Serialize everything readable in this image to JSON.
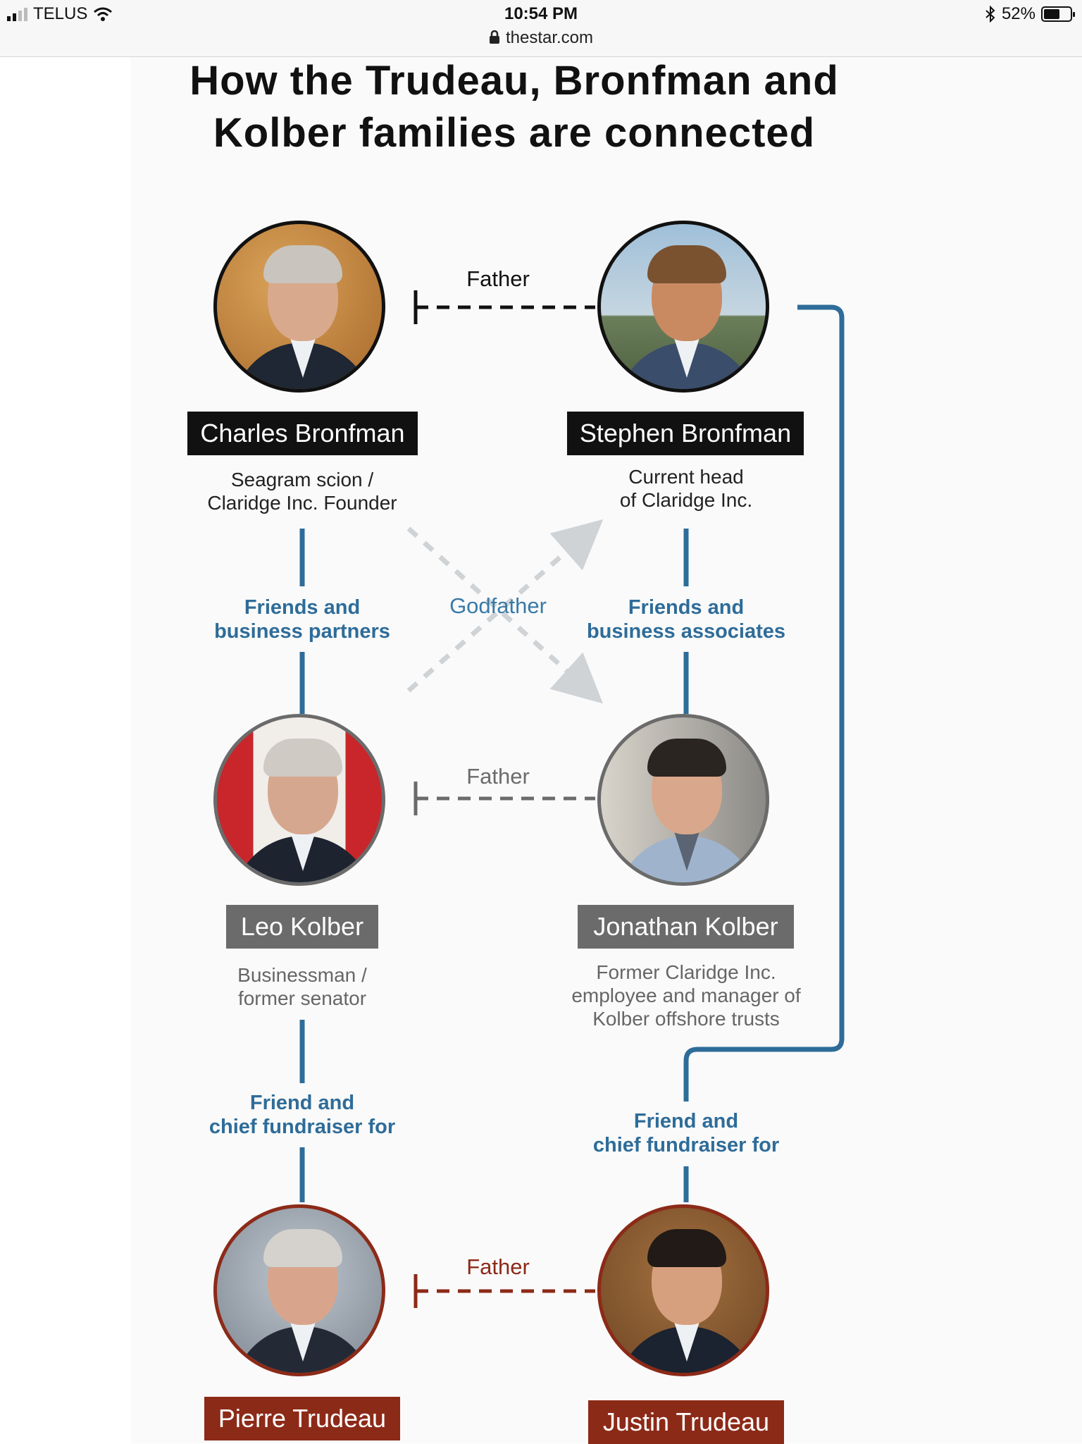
{
  "status_bar": {
    "carrier": "TELUS",
    "time": "10:54 PM",
    "url": "thestar.com",
    "battery": "52%"
  },
  "title_line1": "How the Trudeau, Bronfman and",
  "title_line2": "Kolber families are connected",
  "people": {
    "charles": {
      "name": "Charles Bronfman",
      "desc1": "Seagram scion /",
      "desc2": "Claridge Inc. Founder"
    },
    "stephen": {
      "name": "Stephen Bronfman",
      "desc1": "Current head",
      "desc2": "of Claridge Inc."
    },
    "leo": {
      "name": "Leo Kolber",
      "desc1": "Businessman /",
      "desc2": "former senator"
    },
    "jonathan": {
      "name": "Jonathan Kolber",
      "desc1": "Former Claridge Inc.",
      "desc2": "employee and manager of",
      "desc3": "Kolber offshore trusts"
    },
    "pierre": {
      "name": "Pierre Trudeau"
    },
    "justin": {
      "name": "Justin Trudeau"
    }
  },
  "relations": {
    "father_1": "Father",
    "father_2": "Father",
    "father_3": "Father",
    "godfather": "Godfather",
    "charles_leo": [
      "Friends and",
      "business partners"
    ],
    "stephen_jonathan": [
      "Friends and",
      "business associates"
    ],
    "leo_pierre": [
      "Friend and",
      "chief fundraiser for"
    ],
    "stephen_justin": [
      "Friend and",
      "chief fundraiser for"
    ]
  },
  "colors": {
    "bronfman": "#111111",
    "kolber": "#6b6b6b",
    "trudeau": "#8c2a18",
    "link_blue": "#2e6c99",
    "godfather_grey": "#cfd3d6"
  }
}
